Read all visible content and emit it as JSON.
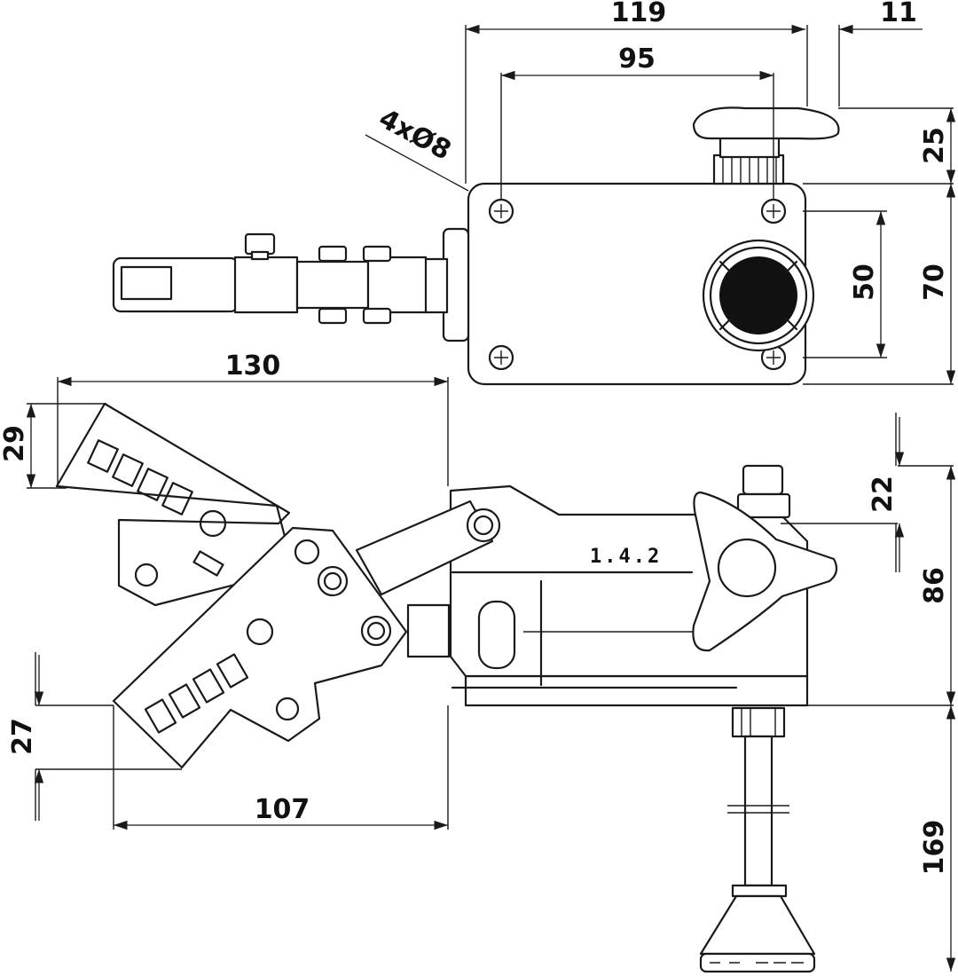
{
  "drawing": {
    "dimensions": {
      "top_overall_width": "119",
      "handle_offset": "11",
      "hole_spacing_x": "95",
      "hole_callout": "4xØ8",
      "knob_height": "25",
      "hole_spacing_y": "50",
      "base_depth": "70",
      "arm_reach": "130",
      "upper_angle": "29",
      "handle_knob_height": "22",
      "body_height": "86",
      "lower_angle": "27",
      "lower_reach": "107",
      "spindle_length": "169"
    },
    "part_label": "1.4.2"
  }
}
